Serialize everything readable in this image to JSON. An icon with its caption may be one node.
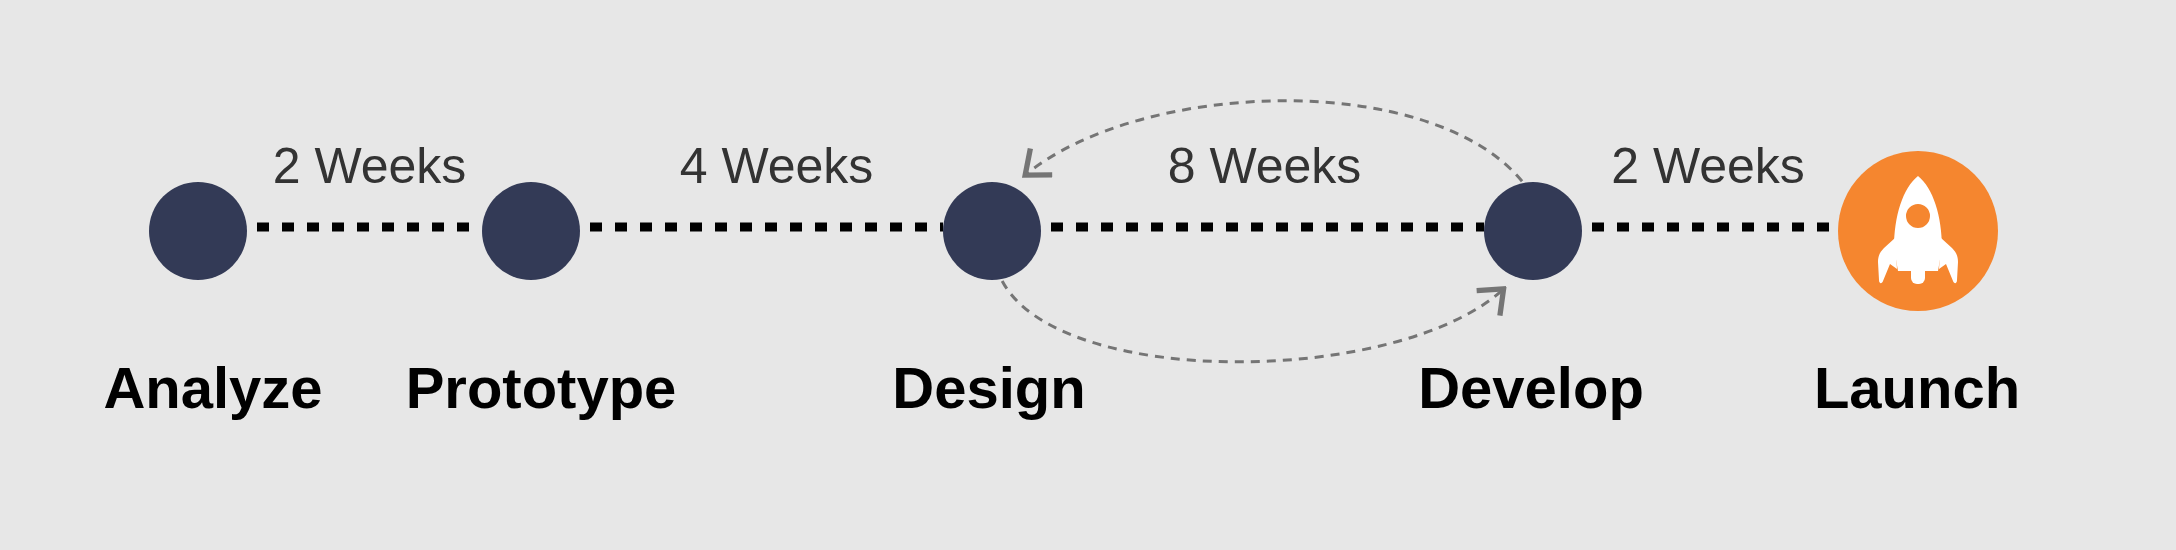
{
  "diagram": {
    "nodes": [
      {
        "text": [
          "Analyze"
        ]
      },
      {
        "text": [
          "Prototype"
        ]
      },
      {
        "text": [
          "Design"
        ]
      },
      {
        "text": [
          "Develop"
        ]
      },
      {
        "text": [
          "Launch"
        ]
      }
    ],
    "edges": [
      {
        "from": 0,
        "to": 1,
        "arrow": "none",
        "label": "2 Weeks"
      },
      {
        "from": 1,
        "to": 2,
        "arrow": "none",
        "label": "4 Weeks"
      },
      {
        "from": 2,
        "to": 3,
        "arrow": "none",
        "label": "8 Weeks"
      },
      {
        "from": 3,
        "to": 4,
        "arrow": "none",
        "label": "2 Weeks"
      },
      {
        "from": 3,
        "to": 2,
        "arrow": "to",
        "style": "dashed",
        "color": "#757575"
      },
      {
        "from": 2,
        "to": 3,
        "arrow": "to",
        "style": "dashed",
        "color": "#757575"
      }
    ]
  }
}
